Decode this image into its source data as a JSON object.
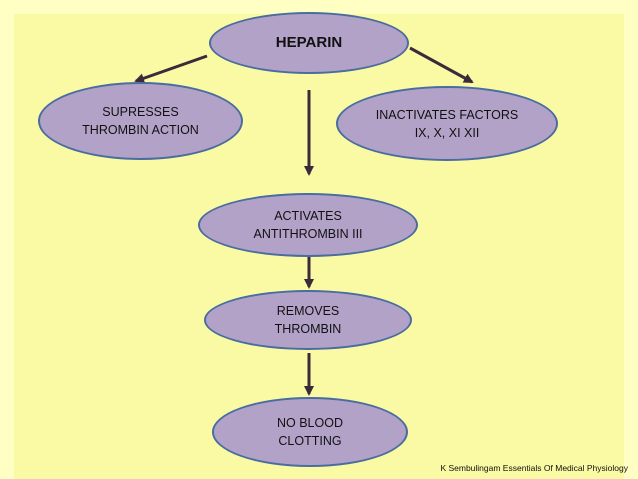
{
  "nodes": {
    "heparin": "HEPARIN",
    "supresses": "SUPRESSES\nTHROMBIN ACTION",
    "inactivates": "INACTIVATES FACTORS\nIX, X, XI XII",
    "activates": "ACTIVATES\nANTITHROMBIN III",
    "removes": "REMOVES\nTHROMBIN",
    "no_clotting": "NO BLOOD\nCLOTTING"
  },
  "citation": "K Sembulingam Essentials Of Medical Physiology",
  "colors": {
    "background": "#fafaa4",
    "node_fill": "#b3a2c7",
    "node_border": "#4a6da0",
    "arrow": "#3a2a3a"
  }
}
